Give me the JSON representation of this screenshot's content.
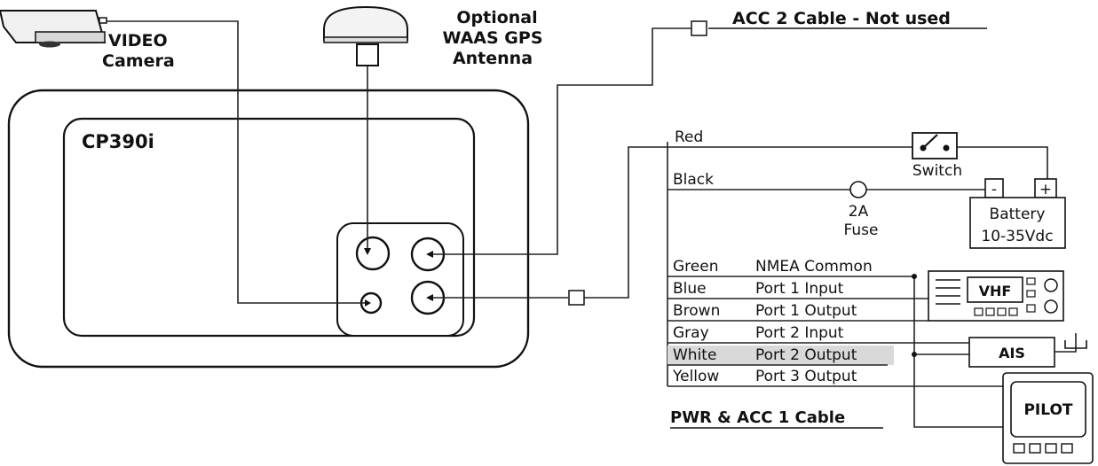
{
  "camera": {
    "label_line1": "VIDEO",
    "label_line2": "Camera"
  },
  "gps": {
    "label_line1": "Optional",
    "label_line2": "WAAS GPS",
    "label_line3": "Antenna"
  },
  "acc2": {
    "label": "ACC 2 Cable - Not used"
  },
  "unit": {
    "model": "CP390i"
  },
  "power": {
    "red_label": "Red",
    "black_label": "Black",
    "switch_label": "Switch",
    "fuse_line1": "2A",
    "fuse_line2": "Fuse",
    "battery_minus": "-",
    "battery_plus": "+",
    "battery_line1": "Battery",
    "battery_line2": "10-35Vdc"
  },
  "cable_table": {
    "title": "PWR & ACC 1 Cable",
    "rows": [
      {
        "color": "Green",
        "function": "NMEA Common"
      },
      {
        "color": "Blue",
        "function": "Port 1 Input"
      },
      {
        "color": "Brown",
        "function": "Port 1 Output"
      },
      {
        "color": "Gray",
        "function": "Port 2 Input"
      },
      {
        "color": "White",
        "function": "Port 2 Output"
      },
      {
        "color": "Yellow",
        "function": "Port 3 Output"
      }
    ]
  },
  "devices": {
    "vhf": "VHF",
    "ais": "AIS",
    "pilot": "PILOT"
  }
}
